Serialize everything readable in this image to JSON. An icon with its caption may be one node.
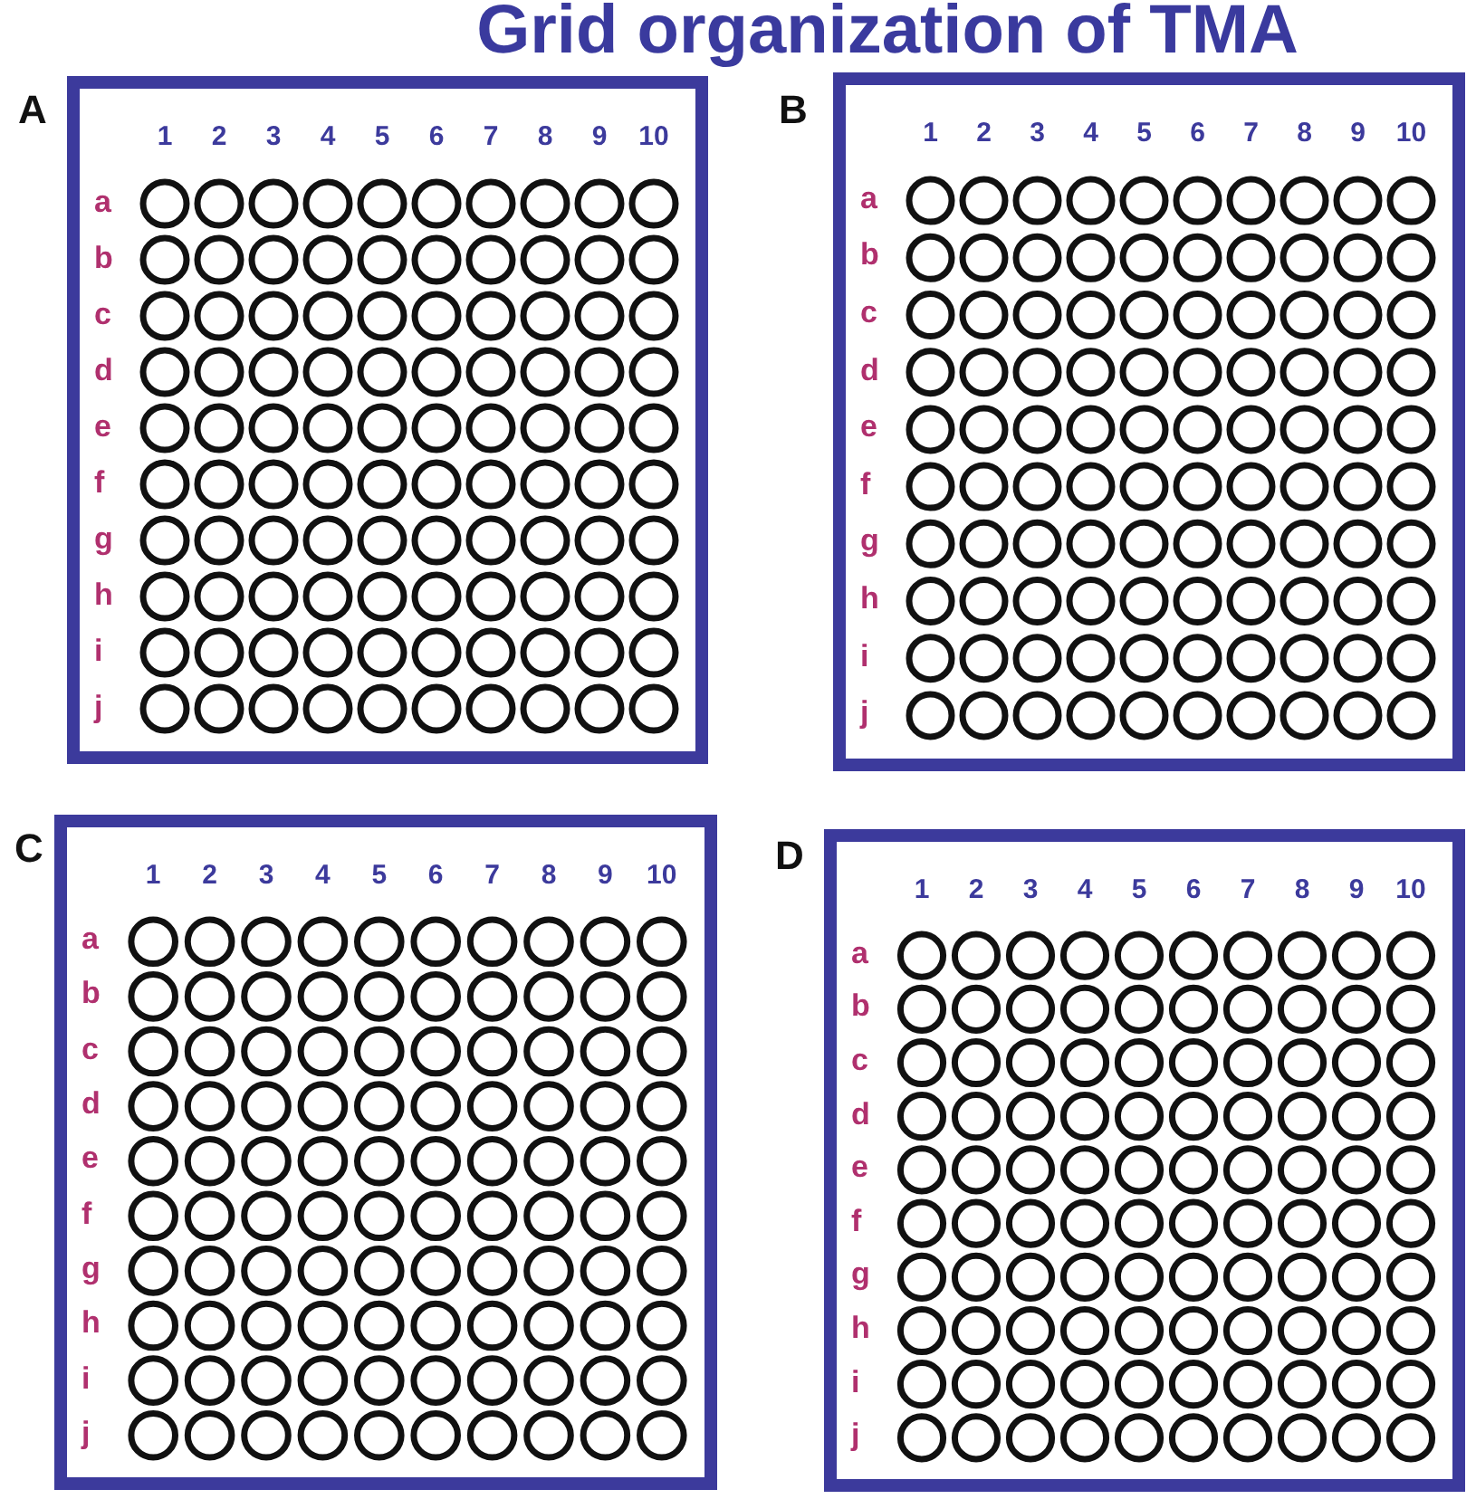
{
  "diagram": {
    "title": "Grid organization of TMA",
    "nodes": [
      {
        "text": [
          "A"
        ]
      },
      {
        "text": [
          "B"
        ]
      },
      {
        "text": [
          "C"
        ]
      },
      {
        "text": [
          "D"
        ]
      }
    ],
    "labels": [
      "1",
      "2",
      "3",
      "4",
      "5",
      "6",
      "7",
      "8",
      "9",
      "10",
      "a",
      "b",
      "c",
      "d",
      "e",
      "f",
      "g",
      "h",
      "i",
      "j",
      "1",
      "2",
      "3",
      "4",
      "5",
      "6",
      "7",
      "8",
      "9",
      "10",
      "a",
      "b",
      "c",
      "d",
      "e",
      "f",
      "g",
      "h",
      "i",
      "j",
      "1",
      "2",
      "3",
      "4",
      "5",
      "6",
      "7",
      "8",
      "9",
      "10",
      "a",
      "b",
      "c",
      "d",
      "e",
      "f",
      "g",
      "h",
      "i",
      "j",
      "1",
      "2",
      "3",
      "4",
      "5",
      "6",
      "7",
      "8",
      "9",
      "10",
      "a",
      "b",
      "c",
      "d",
      "e",
      "f",
      "g",
      "h",
      "i",
      "j"
    ]
  }
}
